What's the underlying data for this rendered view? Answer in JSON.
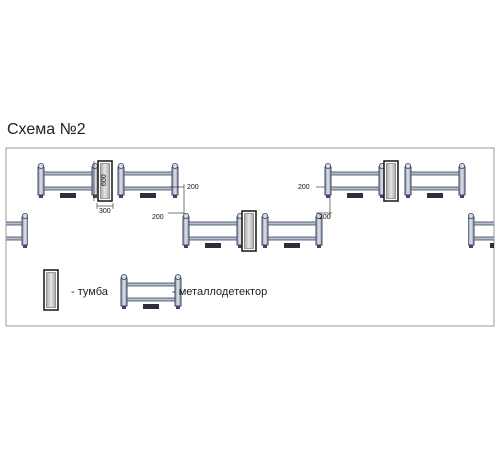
{
  "title": "Схема №2",
  "dimensions": {
    "pedestal_height": "600",
    "pedestal_width": "300",
    "gap_a": "200",
    "gap_b": "200",
    "gap_c": "200",
    "gap_d": "200"
  },
  "legend": {
    "pedestal_label": "- тумба",
    "detector_label": "- металлодетектор"
  },
  "colors": {
    "frame_fill": "#b7bfd0",
    "frame_stroke": "#3d4660",
    "pedestal_fill": "#c9c9c9",
    "pedestal_stroke": "#222222",
    "box_stroke": "#999999",
    "base_fill": "#2b2f3a"
  },
  "icons": {
    "detector": "metal-detector-icon",
    "pedestal": "pedestal-icon"
  }
}
